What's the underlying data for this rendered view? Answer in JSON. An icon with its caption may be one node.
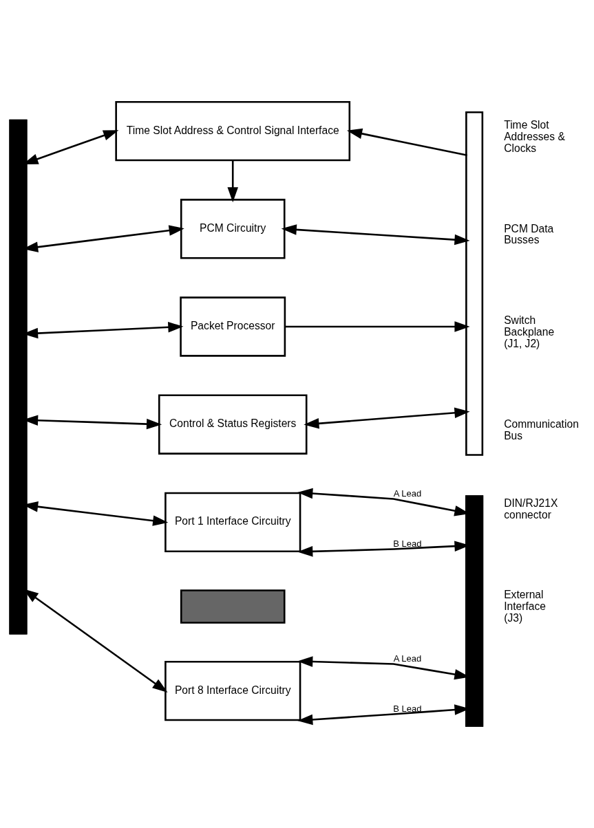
{
  "diagram": {
    "nodes": [
      {
        "text": [],
        "shape": "bar"
      },
      {
        "text": [
          "Time Slot Address & Control Signal Interface"
        ]
      },
      {
        "text": [
          "PCM Circuitry"
        ]
      },
      {
        "text": [
          "Packet Processor"
        ]
      },
      {
        "text": [
          "Control & Status Registers"
        ]
      },
      {
        "text": [
          "Port 1 Interface Circuitry"
        ]
      },
      {
        "text": [],
        "shape": "box"
      },
      {
        "text": [
          "Port 8 Interface Circuitry"
        ]
      },
      {
        "text": [],
        "shape": "bar",
        "beside": [
          "Time Slot Addresses & Clocks",
          "PCM Data Busses",
          "Switch Backplane (J1, J2)",
          "Communication Bus"
        ]
      },
      {
        "text": [],
        "shape": "bar",
        "beside": [
          "DIN/RJ21X connector",
          "External Interface (J3)"
        ]
      }
    ],
    "edges": [
      {
        "from": 0,
        "to": 1,
        "arrow": "both"
      },
      {
        "from": 8,
        "to": 1,
        "arrow": "to"
      },
      {
        "from": 1,
        "to": 2,
        "arrow": "to"
      },
      {
        "from": 0,
        "to": 2,
        "arrow": "both"
      },
      {
        "from": 2,
        "to": 8,
        "arrow": "both"
      },
      {
        "from": 0,
        "to": 3,
        "arrow": "both"
      },
      {
        "from": 3,
        "to": 8,
        "arrow": "to"
      },
      {
        "from": 0,
        "to": 4,
        "arrow": "both"
      },
      {
        "from": 4,
        "to": 8,
        "arrow": "both"
      },
      {
        "from": 0,
        "to": 5,
        "arrow": "both"
      },
      {
        "from": 5,
        "to": 9,
        "arrow": "both",
        "label": "A Lead"
      },
      {
        "from": 5,
        "to": 9,
        "arrow": "both",
        "label": "B Lead"
      },
      {
        "from": 0,
        "to": 7,
        "arrow": "both"
      },
      {
        "from": 7,
        "to": 9,
        "arrow": "both",
        "label": "A Lead"
      },
      {
        "from": 7,
        "to": 9,
        "arrow": "both",
        "label": "B Lead"
      }
    ]
  }
}
